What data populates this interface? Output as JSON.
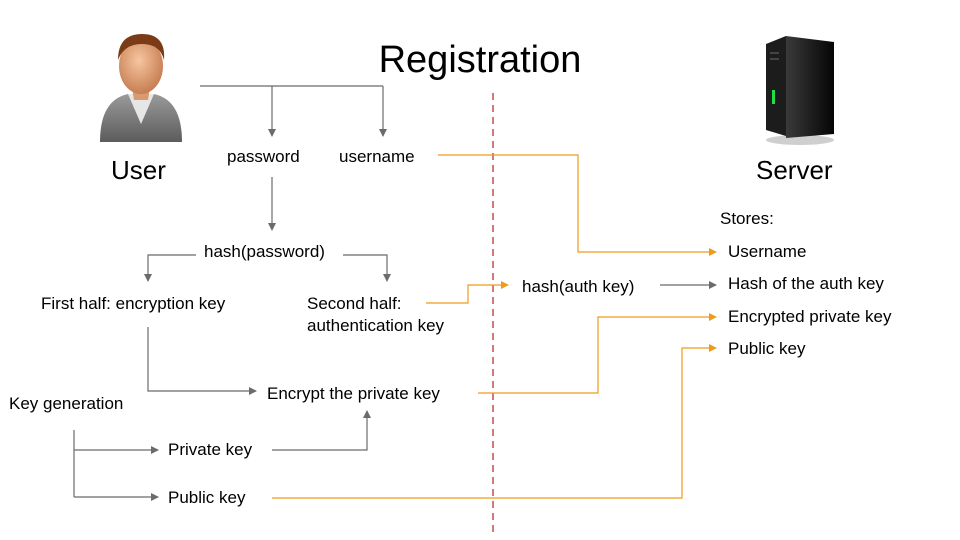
{
  "title": "Registration",
  "user": {
    "label": "User",
    "icon": "user-avatar-icon"
  },
  "server": {
    "label": "Server",
    "icon": "server-tower-icon",
    "stores_heading": "Stores:"
  },
  "inputs": {
    "password": "password",
    "username": "username"
  },
  "hash_password": "hash(password)",
  "first_half": "First half: encryption key",
  "second_half_line1": "Second half:",
  "second_half_line2": "authentication key",
  "hash_auth_key": "hash(auth key)",
  "key_generation": "Key generation",
  "private_key": "Private key",
  "public_key": "Public key",
  "encrypt_private_key": "Encrypt the private key",
  "stored": [
    "Username",
    "Hash of the auth key",
    "Encrypted private key",
    "Public key"
  ],
  "colors": {
    "client_arrow": "#6b6b6b",
    "server_arrow": "#f09a1c",
    "divider": "#b22222"
  }
}
